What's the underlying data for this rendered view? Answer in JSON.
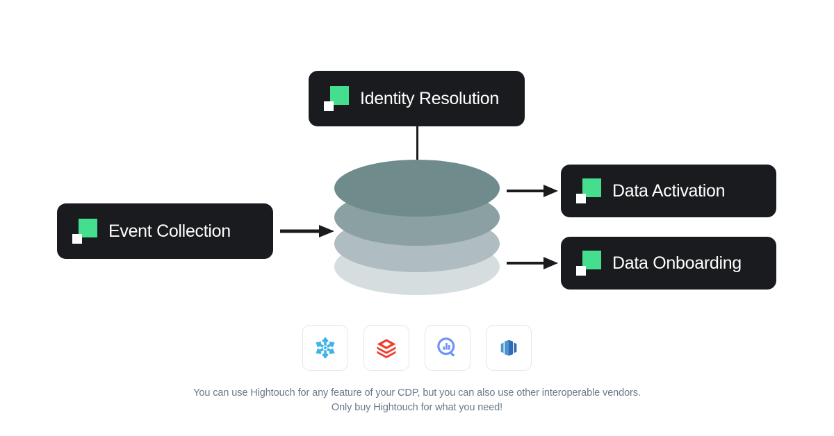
{
  "diagram": {
    "title": "Hightouch Composable CDP architecture",
    "background_color": "#FFFFFF",
    "brand": {
      "accent_green": "#45DE8F",
      "card_background": "#1A1B1E",
      "card_text": "#FFFFFF",
      "caption_color": "#69788C"
    },
    "nodes": {
      "identity_resolution": {
        "label": "Identity Resolution",
        "logo_icon": "hightouch-mark-icon"
      },
      "event_collection": {
        "label": "Event Collection",
        "logo_icon": "hightouch-mark-icon"
      },
      "data_activation": {
        "label": "Data Activation",
        "logo_icon": "hightouch-mark-icon"
      },
      "data_onboarding": {
        "label": "Data Onboarding",
        "logo_icon": "hightouch-mark-icon"
      }
    },
    "data_store": {
      "name": "data-warehouse-cylinder",
      "layer_colors": [
        "#6F8B8B",
        "#8BA0A3",
        "#AFBCC1",
        "#D5DDDF"
      ],
      "layer_count": 4
    },
    "connectors": {
      "identity_to_store": "vertical-line",
      "event_to_store": "arrow-right",
      "store_to_activation": "arrow-right",
      "store_to_onboarding": "arrow-right",
      "arrow_color": "#1A1B1E"
    },
    "vendors": [
      {
        "name": "snowflake",
        "icon": "snowflake-icon",
        "color": "#3FB3E8"
      },
      {
        "name": "databricks",
        "icon": "databricks-icon",
        "color": "#EE3D2C"
      },
      {
        "name": "google-bigquery",
        "icon": "bigquery-icon",
        "color": "#6C93F5"
      },
      {
        "name": "amazon-redshift",
        "icon": "redshift-icon",
        "color": "#2E6DB4"
      }
    ],
    "caption": {
      "line1": "You can use Hightouch for any feature of your CDP, but you can also use other interoperable vendors.",
      "line2": "Only buy Hightouch for what you need!"
    }
  }
}
